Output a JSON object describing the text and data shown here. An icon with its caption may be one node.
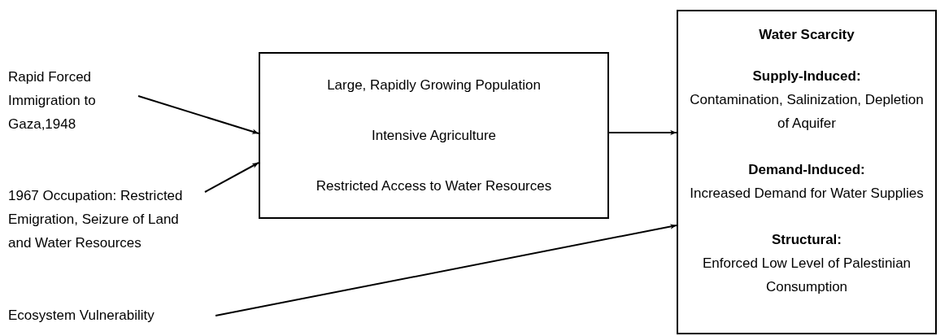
{
  "diagram": {
    "nodes": [
      {
        "text": [
          "Rapid Forced Immigration to Gaza,1948"
        ]
      },
      {
        "text": [
          "1967 Occupation: Restricted Emigration, Seizure of Land and Water Resources"
        ]
      },
      {
        "text": [
          "Ecosystem Vulnerability"
        ]
      },
      {
        "text": [
          "Large, Rapidly Growing Population",
          "Intensive Agriculture",
          "Restricted Access to Water Resources"
        ]
      },
      {
        "text": [
          "Water Scarcity",
          "Supply-Induced:",
          "Contamination, Salinization, Depletion of Aquifer",
          "Demand-Induced:",
          "Increased Demand for Water Supplies",
          "Structural:",
          "Enforced Low Level of Palestinian Consumption"
        ]
      }
    ],
    "edges": [
      {
        "from": 0,
        "to": 3,
        "arrow": "to"
      },
      {
        "from": 1,
        "to": 3,
        "arrow": "to"
      },
      {
        "from": 3,
        "to": 4,
        "arrow": "to"
      },
      {
        "from": 2,
        "to": 4,
        "arrow": "to"
      }
    ]
  }
}
